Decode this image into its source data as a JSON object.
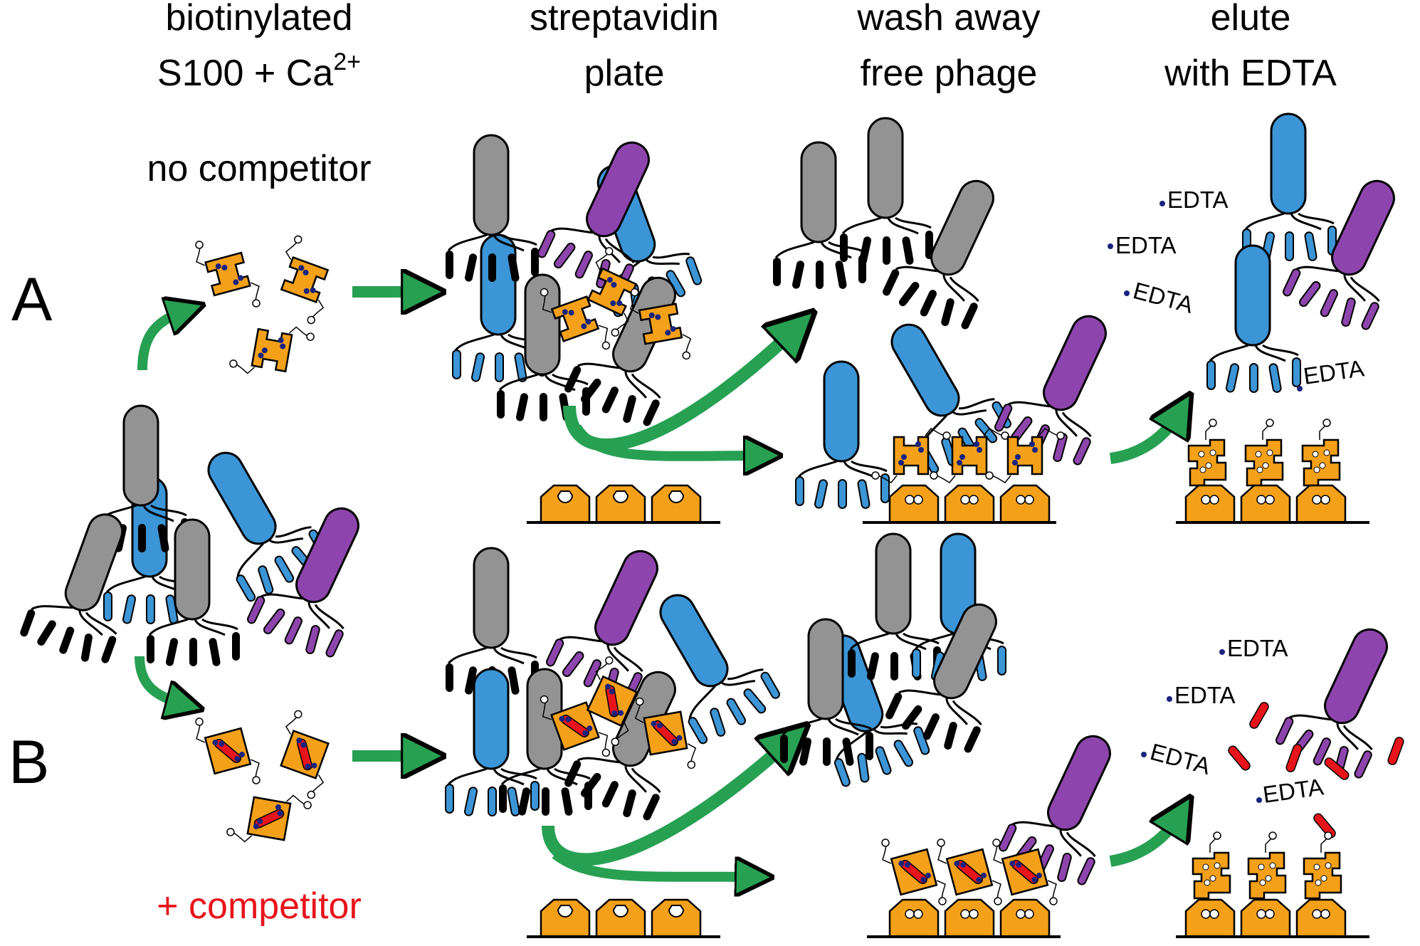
{
  "headers": {
    "col1": {
      "line1": "biotinylated",
      "line2_base": "S100 + Ca",
      "line2_sup": "2+"
    },
    "col2": {
      "line1": "streptavidin",
      "line2": "plate"
    },
    "col3": {
      "line1": "wash away",
      "line2": "free phage"
    },
    "col4": {
      "line1": "elute",
      "line2": "with EDTA"
    }
  },
  "rows": {
    "a": {
      "letter": "A",
      "condition": "no competitor"
    },
    "b": {
      "letter": "B",
      "condition": "+ competitor",
      "condition_color": "#e8141b"
    }
  },
  "edta_label": "EDTA",
  "colors": {
    "gray": "#939393",
    "blue": "#3b95d6",
    "purple": "#8e44ad",
    "orange": "#f4a019",
    "green": "#27a052",
    "red": "#e8141b",
    "ion": "#1a237e"
  }
}
